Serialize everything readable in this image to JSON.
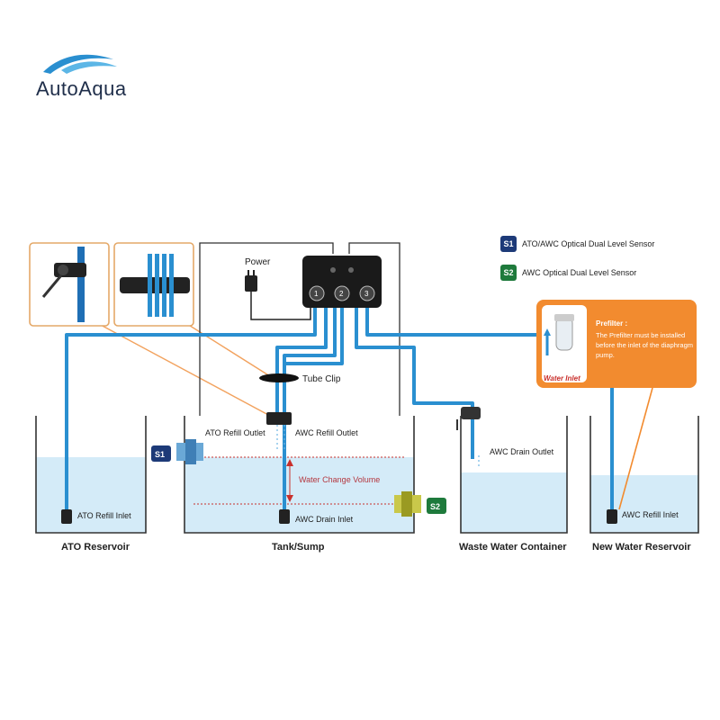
{
  "brand": {
    "name": "AutoAqua"
  },
  "labels": {
    "power": "Power",
    "tube_clip": "Tube Clip",
    "ato_refill_outlet": "ATO Refill Outlet",
    "awc_refill_outlet": "AWC Refill Outlet",
    "water_change_volume": "Water Change Volume",
    "awc_drain_inlet": "AWC Drain Inlet",
    "awc_drain_outlet": "AWC Drain Outlet",
    "ato_refill_inlet": "ATO Refill Inlet",
    "awc_refill_inlet": "AWC Refill Inlet"
  },
  "containers": [
    {
      "id": "ato",
      "name": "ATO Reservoir"
    },
    {
      "id": "tank",
      "name": "Tank/Sump"
    },
    {
      "id": "waste",
      "name": "Waste Water Container"
    },
    {
      "id": "new",
      "name": "New Water Reservoir"
    }
  ],
  "legend": [
    {
      "badge": "S1",
      "text": "ATO/AWC Optical Dual Level Sensor",
      "color": "#1d3a78"
    },
    {
      "badge": "S2",
      "text": "AWC Optical Dual Level Sensor",
      "color": "#1e7a3c"
    }
  ],
  "controller": {
    "dials": [
      "1",
      "2",
      "3"
    ]
  },
  "callout": {
    "title": "Prefilter :",
    "body": "The Prefilter must be installed before the inlet of the diaphragm pump.",
    "inlet_label": "Water Inlet"
  },
  "colors": {
    "tube": "#2a8fd0",
    "water": "#d4ebf8",
    "orange": "#f28b2f",
    "callout": "#f28b2f",
    "red_dash": "#c9302c",
    "container_outline": "#333333"
  }
}
